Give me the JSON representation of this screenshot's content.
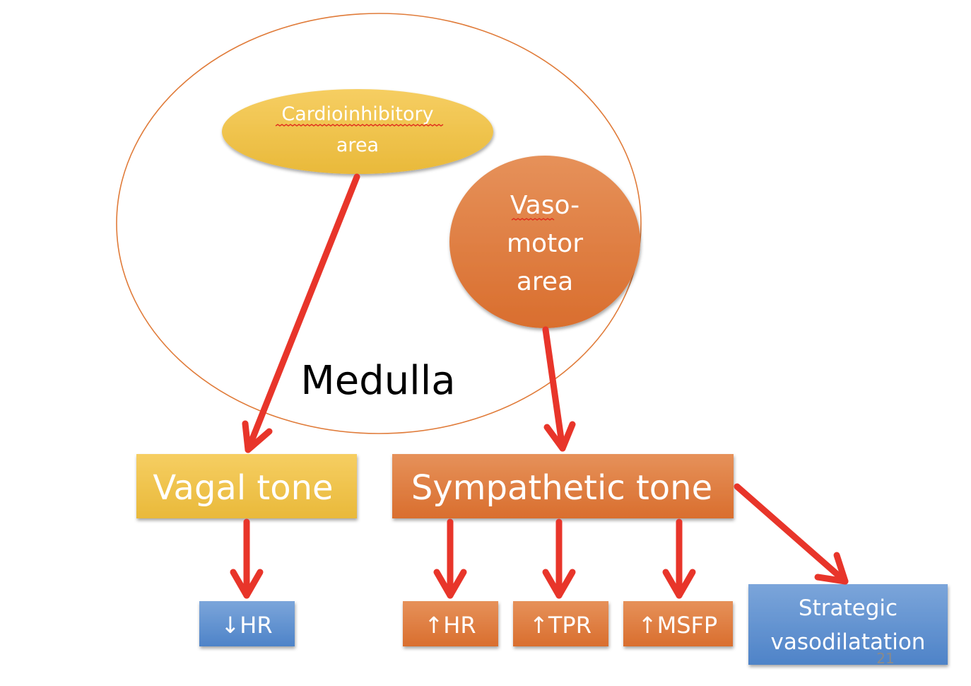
{
  "region": {
    "label": "Medulla",
    "outline_color": "#E07B39"
  },
  "centers": {
    "cardioinhibitory": {
      "lines": [
        "Cardioinhibitory",
        "area"
      ],
      "color": "#F2C14E",
      "spellcheck_word": "Cardioinhibitory"
    },
    "vasomotor": {
      "lines": [
        "Vaso-",
        "motor",
        "area"
      ],
      "color": "#E27B3A",
      "spellcheck_word": "Vaso-"
    }
  },
  "tones": {
    "vagal": {
      "label": "Vagal tone",
      "color": "#F2C14E"
    },
    "sympathetic": {
      "label": "Sympathetic tone",
      "color": "#E27B3A"
    }
  },
  "effects": {
    "vagal": [
      {
        "label": "↓HR",
        "color": "#5B8FD4"
      }
    ],
    "sympathetic": [
      {
        "label": "↑HR",
        "color": "#E27B3A"
      },
      {
        "label": "↑TPR",
        "color": "#E27B3A"
      },
      {
        "label": "↑MSFP",
        "color": "#E27B3A"
      },
      {
        "label": "Strategic vasodilatation",
        "lines": [
          "Strategic",
          "vasodilatation"
        ],
        "color": "#5B8FD4"
      }
    ]
  },
  "arrows": {
    "color": "#E8352A",
    "connections": [
      {
        "from": "Cardioinhibitory area",
        "to": "Vagal tone"
      },
      {
        "from": "Vaso-motor area",
        "to": "Sympathetic tone"
      },
      {
        "from": "Vagal tone",
        "to": "↓HR"
      },
      {
        "from": "Sympathetic tone",
        "to": "↑HR"
      },
      {
        "from": "Sympathetic tone",
        "to": "↑TPR"
      },
      {
        "from": "Sympathetic tone",
        "to": "↑MSFP"
      },
      {
        "from": "Sympathetic tone",
        "to": "Strategic vasodilatation"
      }
    ]
  },
  "slide_number": "21"
}
